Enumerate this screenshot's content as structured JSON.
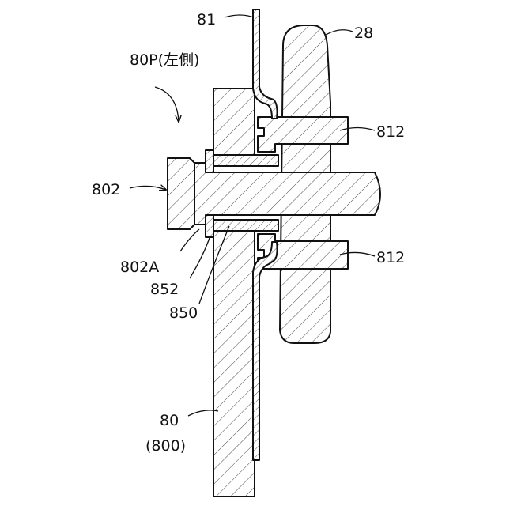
{
  "figure": {
    "assembly_label": "80P(左側)",
    "labels": {
      "part_81": "81",
      "part_28": "28",
      "part_812_upper": "812",
      "part_812_lower": "812",
      "part_802": "802",
      "part_802a": "802A",
      "part_852": "852",
      "part_850": "850",
      "part_80": "80",
      "part_800": "(800)"
    }
  },
  "colors": {
    "ink": "#111111",
    "background": "#ffffff",
    "hatch": "#333333"
  }
}
